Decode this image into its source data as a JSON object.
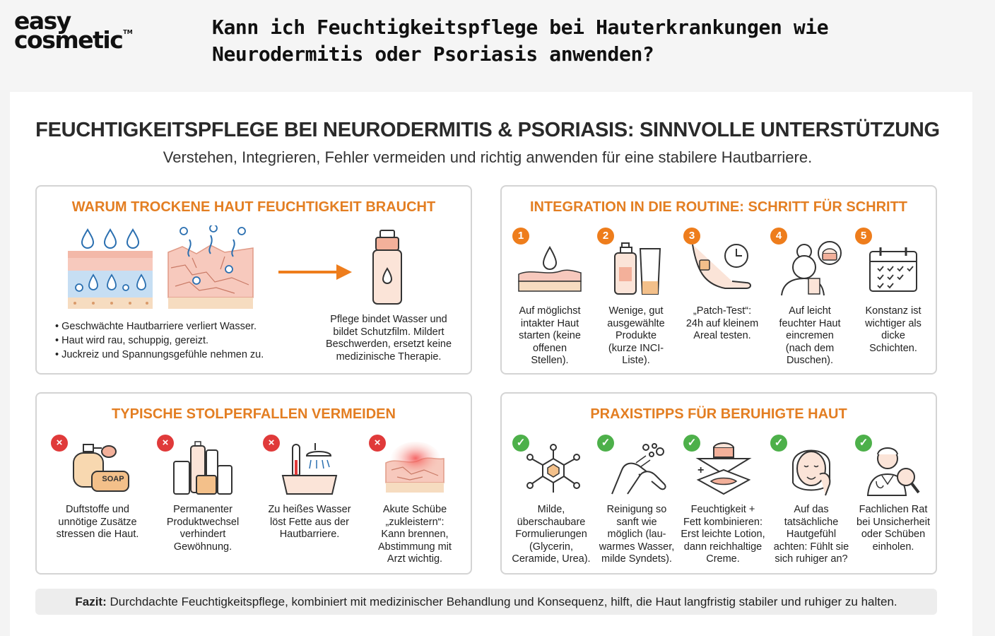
{
  "header": {
    "logo_line1": "easy",
    "logo_line2": "cosmetic",
    "logo_tm": "TM",
    "question_line1": "Kann ich Feuchtigkeitspflege bei Hauterkrankungen wie",
    "question_line2": "Neurodermitis oder Psoriasis anwenden?"
  },
  "infographic": {
    "title": "FEUCHTIGKEITSPFLEGE BEI NEURODERMITIS & PSORIASIS: SINNVOLLE UNTERSTÜTZUNG",
    "subtitle": "Verstehen, Integrieren, Fehler vermeiden und richtig anwenden für eine stabilere Hautbarriere."
  },
  "why": {
    "title": "WARUM TROCKENE HAUT FEUCHTIGKEIT BRAUCHT",
    "bullets": [
      "Geschwächte Hautbarriere verliert Wasser.",
      "Haut wird rau, schuppig, gereizt.",
      "Juckreiz und Spannungsgefühle nehmen zu."
    ],
    "care_line1": "Pflege bindet Wasser und",
    "care_line2": "bildet Schutzfilm. Mildert",
    "care_line3": "Beschwerden, ersetzt keine",
    "care_line4": "medizinische Therapie."
  },
  "routine": {
    "title": "INTEGRATION IN DIE ROUTINE: SCHRITT FÜR SCHRITT",
    "steps": [
      {
        "num": "1",
        "lines": [
          "Auf möglichst",
          "intakter Haut",
          "starten (keine",
          "offenen",
          "Stellen)."
        ]
      },
      {
        "num": "2",
        "lines": [
          "Wenige, gut",
          "ausgewählte",
          "Produkte",
          "(kurze INCI-",
          "Liste)."
        ]
      },
      {
        "num": "3",
        "lines": [
          "„Patch-Test“:",
          "24h auf kleinem",
          "Areal testen."
        ]
      },
      {
        "num": "4",
        "lines": [
          "Auf leicht",
          "feuchter Haut",
          "eincremen",
          "(nach dem",
          "Duschen)."
        ]
      },
      {
        "num": "5",
        "lines": [
          "Konstanz ist",
          "wichtiger als",
          "dicke",
          "Schichten."
        ]
      }
    ]
  },
  "pitfalls": {
    "title": "TYPISCHE STOLPERFALLEN VERMEIDEN",
    "badge": "×",
    "soap_label": "SOAP",
    "items": [
      {
        "lines": [
          "Duftstoffe und",
          "unnötige Zusätze",
          "stressen die Haut."
        ]
      },
      {
        "lines": [
          "Permanenter",
          "Produktwechsel",
          "verhindert",
          "Gewöhnung."
        ]
      },
      {
        "lines": [
          "Zu heißes Wasser",
          "löst Fette aus der",
          "Hautbarriere."
        ]
      },
      {
        "lines": [
          "Akute Schübe",
          "„zukleistern“:",
          "Kann brennen,",
          "Abstimmung mit",
          "Arzt wichtig."
        ]
      }
    ]
  },
  "tips": {
    "title": "PRAXISTIPPS FÜR BERUHIGTE HAUT",
    "badge": "✓",
    "plus": "+",
    "items": [
      {
        "lines": [
          "Milde,",
          "überschaubare",
          "Formulierungen",
          "(Glycerin,",
          "Ceramide, Urea)."
        ]
      },
      {
        "lines": [
          "Reinigung so",
          "sanft wie",
          "möglich (lau-",
          "warmes Wasser,",
          "milde Syndets)."
        ]
      },
      {
        "lines": [
          "Feuchtigkeit +",
          "Fett kombinieren:",
          "Erst leichte Lotion,",
          "dann reichhaltige",
          "Creme."
        ]
      },
      {
        "lines": [
          "Auf das",
          "tatsächliche",
          "Hautgefühl",
          "achten: Fühlt sie",
          "sich ruhiger an?"
        ]
      },
      {
        "lines": [
          "Fachlichen Rat",
          "bei Unsicherheit",
          "oder Schüben",
          "einholen."
        ]
      }
    ]
  },
  "fazit": {
    "label": "Fazit:",
    "text": " Durchdachte Feuchtigkeitspflege, kombiniert mit medizinischer Behandlung und Konsequenz, hilft, die Haut langfristig stabiler und ruhiger zu halten."
  },
  "colors": {
    "accent": "#e37e22",
    "badge_orange": "#ee7d1c",
    "badge_red": "#e03a3a",
    "badge_green": "#4db04a"
  }
}
